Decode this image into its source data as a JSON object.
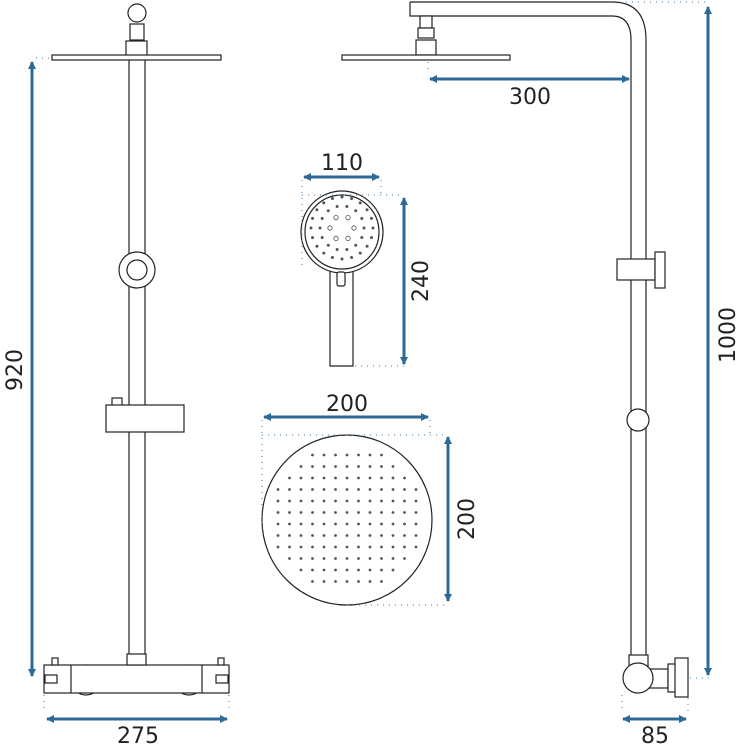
{
  "colors": {
    "dimension": "#2e6a96",
    "outline": "#222222"
  },
  "dimensions": {
    "front_height": "920",
    "front_width": "275",
    "arm_reach": "300",
    "side_height": "1000",
    "side_depth": "85",
    "hand_shower_width": "110",
    "hand_shower_height": "240",
    "head_width": "200",
    "head_height": "200"
  }
}
